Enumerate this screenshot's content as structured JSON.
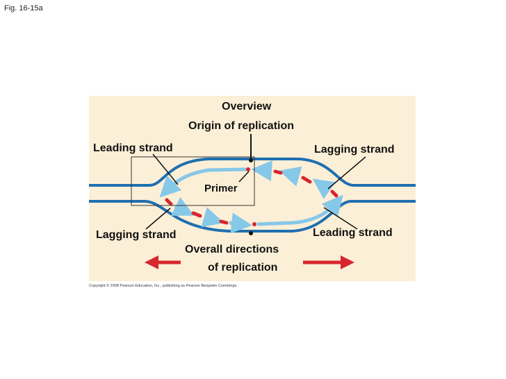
{
  "figure": {
    "label": "Fig. 16-15a"
  },
  "labels": {
    "overview": "Overview",
    "origin": "Origin of replication",
    "leading_left": "Leading strand",
    "lagging_right": "Lagging strand",
    "primer": "Primer",
    "lagging_left": "Lagging strand",
    "leading_right": "Leading strand",
    "directions_line1": "Overall directions",
    "directions_line2": "of replication"
  },
  "copyright": "Copyright © 2008 Pearson Education, Inc., publishing as Pearson Benjamin Cummings.",
  "colors": {
    "background_panel": "#fcefd7",
    "parental_strand": "#1f6fb0",
    "new_strand": "#86c8e8",
    "primer": "#d8262f",
    "direction_arrow": "#d8262f",
    "pointer_line": "#111111"
  }
}
